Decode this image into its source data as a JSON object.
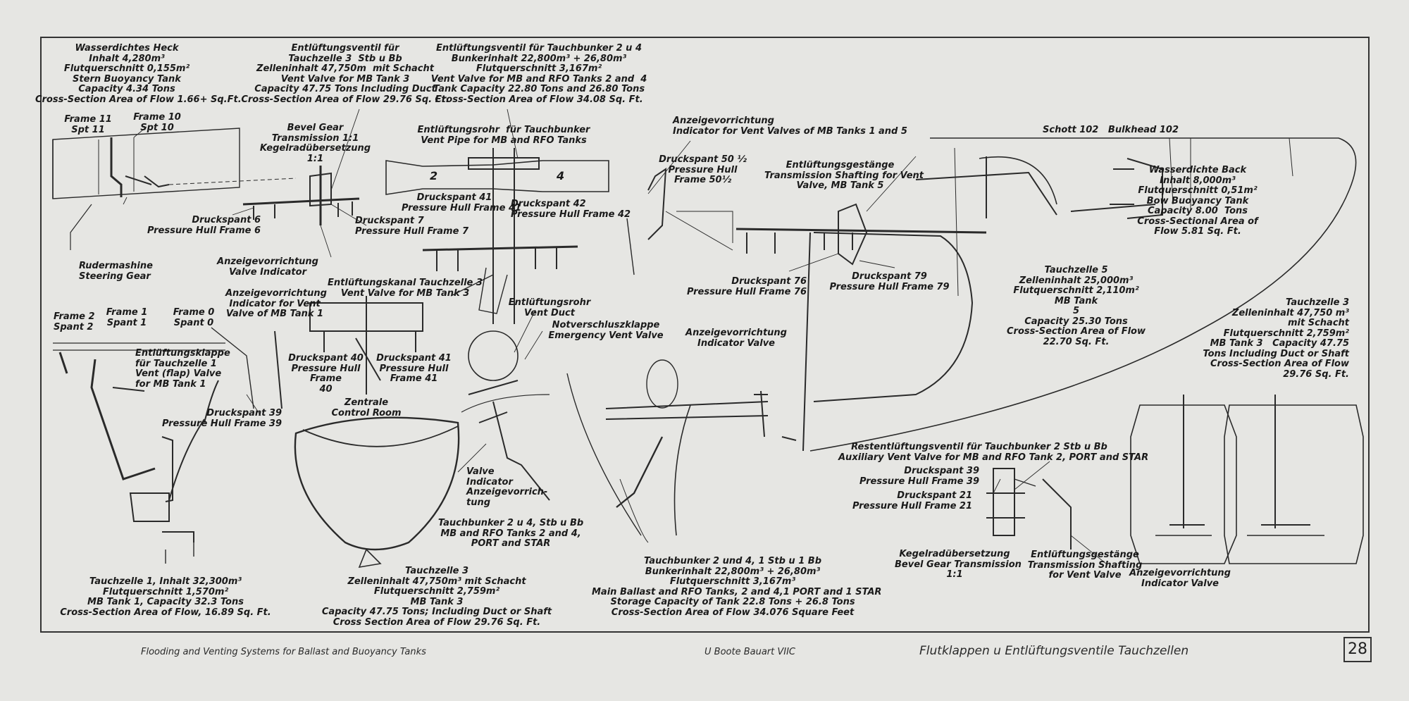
{
  "labels": {
    "stern_tank": "Wasserdichtes Heck\nInhalt 4,280m³\nFlutquerschnitt 0,155m²\nStern Buoyancy Tank\nCapacity 4.34 Tons\nCross-Section Area of Flow 1.66+ Sq.Ft.",
    "vent_valve_tank3": "Entlüftungsventil für\nTauchzelle 3  Stb u Bb\nZelleninhalt 47,750m  mit Schacht\nVent Valve for MB Tank 3\nCapacity 47.75 Tons Including Duct\nCross-Section Area of Flow 29.76 Sq. Ft.",
    "vent_valve_bunker": "Entlüftungsventil für Tauchbunker 2 u 4\nBunkerinhalt 22,800m³ + 26,80m³\nFlutquerschnitt 3,167m²\nVent Valve for MB and RFO Tanks 2 and  4\nTank Capacity 22.80 Tons and 26.80 Tons\nCross-Section Area of Flow 34.08 Sq. Ft.",
    "frame11": "Frame 11\nSpt 11",
    "frame10": "Frame 10\nSpt 10",
    "bevel_gear": "Bevel Gear\nTransmission 1:1\nKegelradübersetzung\n1:1",
    "vent_pipe": "Entlüftungsrohr  für Tauchbunker\nVent Pipe for MB and RFO Tanks",
    "indicator_mb15": "Anzeigevorrichtung\nIndicator for Vent Valves of MB Tanks 1 and 5",
    "frame50": "Druckspant 50 ½\nPressure Hull\nFrame 50½",
    "transmission_tank5": "Entlüftungsgestänge\nTransmission Shafting for Vent\nValve, MB Tank 5",
    "bulkhead": "Schott 102   Bulkhead 102",
    "bow_tank": "Wasserdichte Back\nInhalt 8,000m³\nFlutquerschnitt 0,51m²\nBow Buoyancy Tank\nCapacity 8.00  Tons\nCross-Sectional Area of\nFlow 5.81 Sq. Ft.",
    "frame41a": "Druckspant 41\nPressure Hull Frame 41",
    "frame42": "Druckspant 42\nPressure Hull Frame 42",
    "frame6": "Druckspant 6\nPressure Hull Frame 6",
    "frame7": "Druckspant 7\nPressure Hull Frame 7",
    "valve_indicator_top": "Anzeigevorrichtung\nValve Indicator",
    "rudder": "Rudermashine\nSteering Gear",
    "frame76": "Druckspant 76\nPressure Hull Frame 76",
    "frame79": "Druckspant 79\nPressure Hull Frame 79",
    "tank5": "Tauchzelle 5\nZelleninhalt 25,000m³\nFlutquerschnitt 2,110m²\nMB Tank\n5\nCapacity 25.30 Tons\nCross-Section Area of Flow\n22.70 Sq. Ft.",
    "tank3_right": "Tauchzelle 3\nZelleninhalt 47,750 m³\nmit Schacht\nFlutquerschnitt 2,759m²\nMB Tank 3   Capacity 47.75\nTons Including Duct or Shaft\nCross-Section Area of Flow\n29.76 Sq. Ft.",
    "frame2": "Frame 2\nSpant 2",
    "frame1": "Frame 1\nSpant 1",
    "frame0": "Frame 0\nSpant 0",
    "indicator_tank1": "Anzeigevorrichtung\nIndicator for Vent\nValve of MB Tank 1",
    "vent_channel": "Entlüftungskanal Tauchzelle 3\nVent Valve for MB Tank 3",
    "vent_duct": "Entlüftungsrohr\nVent Duct",
    "emergency": "Notverschluszklappe\nEmergency Vent Valve",
    "indicator_valve_mid": "Anzeigevorrichtung\nIndicator Valve",
    "flap_valve": "Entlüftungsklappe\nfür Tauchzelle 1\nVent (flap) Valve\nfor MB Tank 1",
    "frame40": "Druckspant 40\nPressure Hull\nFrame\n40",
    "frame41b": "Druckspant 41\nPressure Hull\nFrame 41",
    "control_room": "Zentrale\nControl Room",
    "frame39a": "Druckspant 39\nPressure Hull Frame 39",
    "valve_indicator_mid": "Valve\nIndicator\nAnzeigevorrich-\ntung",
    "bunker_port_star": "Tauchbunker 2 u 4, Stb u Bb\nMB and RFO Tanks 2 and 4,\nPORT and STAR",
    "aux_vent": "Restentlüftungsventil für Tauchbunker 2 Stb u Bb\nAuxiliary Vent Valve for MB and RFO Tank 2, PORT and STAR",
    "frame39b": "Druckspant 39\nPressure Hull Frame 39",
    "frame21": "Druckspant 21\nPressure Hull Frame 21",
    "bevel_gear_bottom": "Kegelradübersetzung\nBevel Gear Transmission\n1:1",
    "transmission_vent": "Entlüftungsgestänge\nTransmission Shafting\nfor Vent Valve",
    "indicator_valve_right": "Anzeigevorrichtung\nIndicator Valve",
    "tank1": "Tauchzelle 1, Inhalt 32,300m³\nFlutquerschnitt 1,570m²\nMB Tank 1, Capacity 32.3 Tons\nCross-Section Area of Flow, 16.89 Sq. Ft.",
    "tank3_bottom": "Tauchzelle 3\nZelleninhalt 47,750m³ mit Schacht\nFlutquerschnitt 2,759m²\nMB Tank 3\nCapacity 47.75 Tons; Including Duct or Shaft\nCross Section Area of Flow 29.76 Sq. Ft.",
    "bunker_bottom": "Tauchbunker 2 und 4, 1 Stb u 1 Bb\nBunkerinhalt 22,800m³ + 26,80m³\nFlutquerschnitt 3,167m³\nMain Ballast and RFO Tanks, 2 and 4,1 PORT and 1 STAR\nStorage Capacity of Tank 22.8 Tons + 26.8 Tons\nCross-Section Area of Flow 34.076 Square Feet",
    "n2": "2",
    "n4": "4"
  },
  "footer": {
    "left": "Flooding and Venting Systems for Ballast and Buoyancy Tanks",
    "center": "U Boote Bauart VIIC",
    "right": "Flutklappen u Entlüftungsventile Tauchzellen",
    "page": "28"
  }
}
